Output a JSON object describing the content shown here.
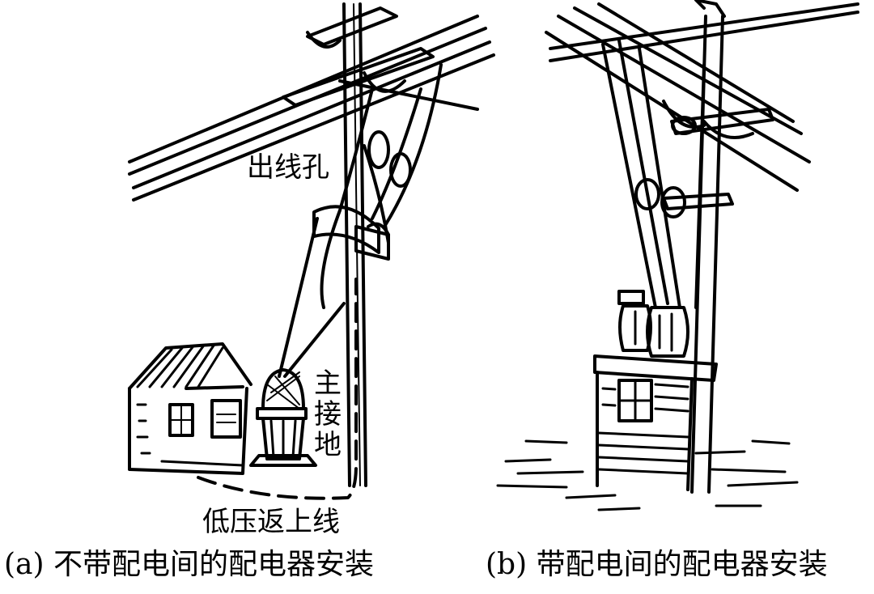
{
  "panel_a": {
    "labels": {
      "outlet_hole": "出线孔",
      "main_ground": [
        "主",
        "接",
        "地"
      ],
      "low_voltage_return": "低压返上线"
    },
    "caption": "(a) 不带配电间的配电器安装"
  },
  "panel_b": {
    "caption": "(b) 带配电间的配电器安装"
  },
  "colors": {
    "ink": "#000000",
    "paper": "#ffffff"
  }
}
